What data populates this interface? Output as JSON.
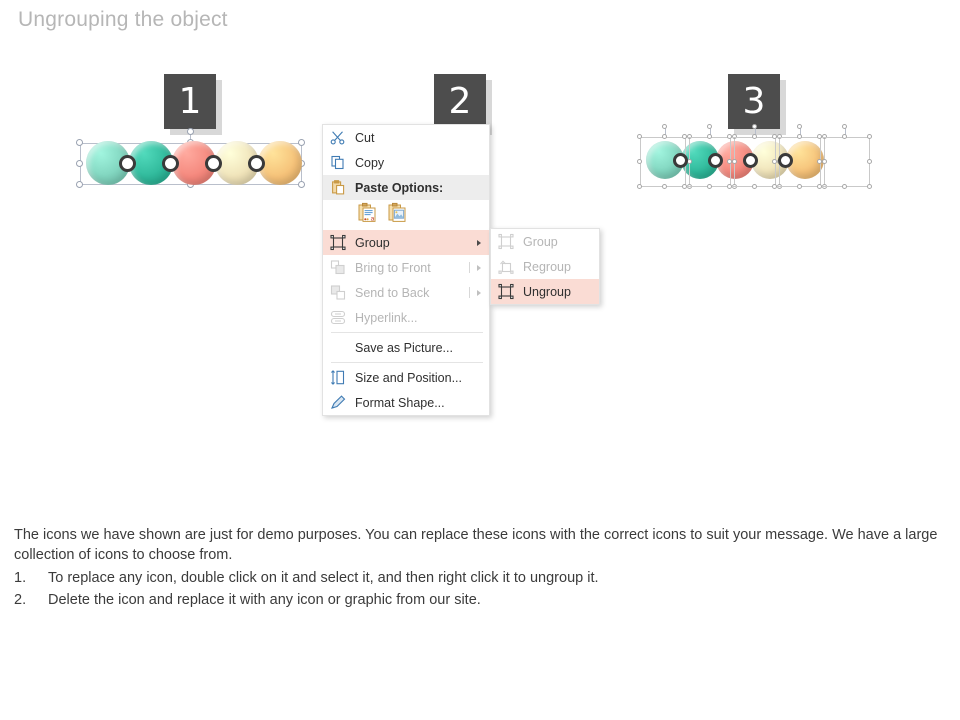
{
  "slide": {
    "title": "Ungrouping the object",
    "background": "#ffffff"
  },
  "steps": [
    {
      "number": "1",
      "name": "grouped-object",
      "caption": ""
    },
    {
      "number": "2",
      "name": "context-menu",
      "caption": ""
    },
    {
      "number": "3",
      "name": "ungrouped-objects",
      "caption": ""
    }
  ],
  "shape_group": {
    "circle_colors": [
      "#7fd3bd",
      "#2fb89a",
      "#f4877c",
      "#efe2b8",
      "#f5c178"
    ],
    "link_ring_color": "#3a3a3a",
    "selection_border": "#b9bfcb",
    "handle_fill": "#ffffff"
  },
  "context_menu": {
    "items": [
      {
        "label": "Cut",
        "icon": "scissors-icon",
        "disabled": false,
        "submenu": false,
        "highlight": false,
        "band": false
      },
      {
        "label": "Copy",
        "icon": "copy-icon",
        "disabled": false,
        "submenu": false,
        "highlight": false,
        "band": false
      },
      {
        "label": "Paste Options:",
        "icon": "clipboard-icon",
        "disabled": false,
        "submenu": false,
        "highlight": false,
        "band": true
      },
      {
        "label": "Group",
        "icon": "group-icon",
        "disabled": false,
        "submenu": true,
        "highlight": true,
        "band": false
      },
      {
        "label": "Bring to Front",
        "icon": "bring-to-front-icon",
        "disabled": true,
        "submenu": true,
        "highlight": false,
        "band": false
      },
      {
        "label": "Send to Back",
        "icon": "send-to-back-icon",
        "disabled": true,
        "submenu": true,
        "highlight": false,
        "band": false
      },
      {
        "label": "Hyperlink...",
        "icon": "hyperlink-icon",
        "disabled": true,
        "submenu": false,
        "highlight": false,
        "band": false
      },
      {
        "label": "Save as Picture...",
        "icon": "none",
        "disabled": false,
        "submenu": false,
        "highlight": false,
        "band": false
      },
      {
        "label": "Size and Position...",
        "icon": "size-position-icon",
        "disabled": false,
        "submenu": false,
        "highlight": false,
        "band": false
      },
      {
        "label": "Format Shape...",
        "icon": "format-shape-icon",
        "disabled": false,
        "submenu": false,
        "highlight": false,
        "band": false
      }
    ],
    "paste_options": [
      {
        "name": "paste-keep-source-formatting-icon"
      },
      {
        "name": "paste-picture-icon"
      }
    ],
    "submenu": {
      "items": [
        {
          "label": "Group",
          "icon": "group-icon",
          "disabled": true,
          "highlight": false
        },
        {
          "label": "Regroup",
          "icon": "regroup-icon",
          "disabled": true,
          "highlight": false
        },
        {
          "label": "Ungroup",
          "icon": "ungroup-icon",
          "disabled": false,
          "highlight": true
        }
      ]
    },
    "highlight_color": "#fadcd4",
    "band_color": "#ededed"
  },
  "footer": {
    "paragraph": "The icons we have shown are just for demo purposes. You can replace these icons with the correct icons to suit your message. We have a large collection of icons to choose from.",
    "list": [
      {
        "num": "1.",
        "text": "To replace any icon, double click on it and select it, and then right click it to ungroup it."
      },
      {
        "num": "2.",
        "text": "Delete the icon and replace it with any icon or graphic from our site."
      }
    ]
  }
}
